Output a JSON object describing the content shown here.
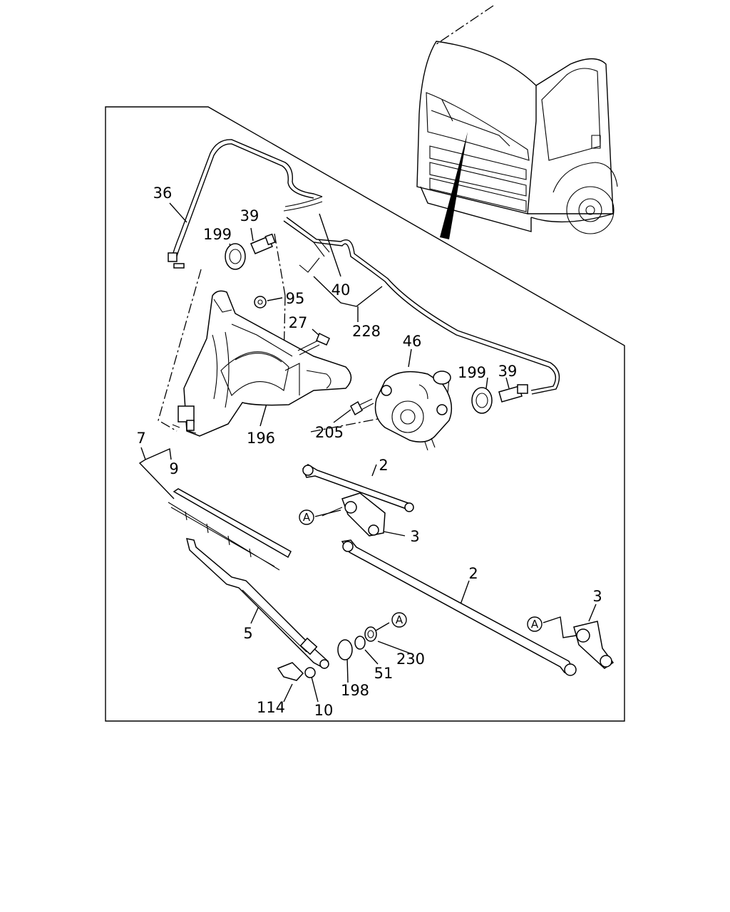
{
  "diagram": {
    "part_labels": {
      "p36": "36",
      "p39a": "39",
      "p199a": "199",
      "p95": "95",
      "p40": "40",
      "p27": "27",
      "p228": "228",
      "p46": "46",
      "p199b": "199",
      "p39b": "39",
      "p196": "196",
      "p205": "205",
      "p7": "7",
      "p9": "9",
      "p2a": "2",
      "p3a": "3",
      "p2b": "2",
      "p3b": "3",
      "p5": "5",
      "p230": "230",
      "p51": "51",
      "p198": "198",
      "p114": "114",
      "p10": "10"
    },
    "reference_marks": {
      "ref1": "A",
      "ref2": "A",
      "ref3": "A"
    }
  }
}
